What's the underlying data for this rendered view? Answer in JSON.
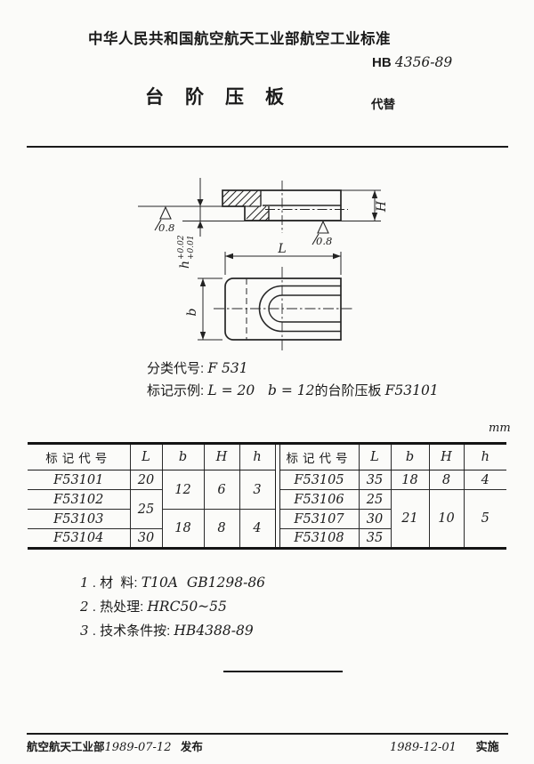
{
  "header": {
    "org_line": "中华人民共和国航空航天工业部航空工业标准",
    "std_prefix": "HB",
    "std_number": "4356-89",
    "title": "台阶压板",
    "replaces_label": "代替"
  },
  "drawing": {
    "dim_L": "L",
    "dim_b": "b",
    "dim_H": "H",
    "dim_h": "h",
    "h_tol_upper": "+0.02",
    "h_tol_lower": "+0.01",
    "roughness_left": "0.8",
    "roughness_right": "0.8"
  },
  "classification": {
    "label": "分类代号:",
    "value": "F 531"
  },
  "example": {
    "label": "标记示例:",
    "expr": "L = 20   b = 12",
    "suffix": "的台阶压板",
    "code": "F53101"
  },
  "table": {
    "unit": "mm",
    "col_code": "标记代号",
    "col_L": "L",
    "col_b": "b",
    "col_H": "H",
    "col_h": "h",
    "left": {
      "r1": {
        "code": "F53101",
        "L": "20",
        "b": "12",
        "H": "6",
        "h": "3"
      },
      "r2": {
        "code": "F53102",
        "L": "25"
      },
      "r3": {
        "code": "F53103",
        "b": "18",
        "H": "8",
        "h": "4"
      },
      "r4": {
        "code": "F53104",
        "L": "30"
      }
    },
    "right": {
      "r1": {
        "code": "F53105",
        "L": "35",
        "b": "18",
        "H": "8",
        "h": "4"
      },
      "r2": {
        "code": "F53106",
        "L": "25",
        "b": "21",
        "H": "10",
        "h": "5"
      },
      "r3": {
        "code": "F53107",
        "L": "30"
      },
      "r4": {
        "code": "F53108",
        "L": "35"
      }
    }
  },
  "notes": [
    {
      "no": "1",
      "label": "材  料:",
      "value": "T10A  GB1298-86"
    },
    {
      "no": "2",
      "label": "热处理:",
      "value": "HRC50~55"
    },
    {
      "no": "3",
      "label": "技术条件按:",
      "value": "HB4388-89"
    }
  ],
  "footer": {
    "issuer": "航空航天工业部",
    "issue_date": "1989-07-12",
    "issue_label": "发布",
    "impl_date": "1989-12-01",
    "impl_label": "实施"
  }
}
